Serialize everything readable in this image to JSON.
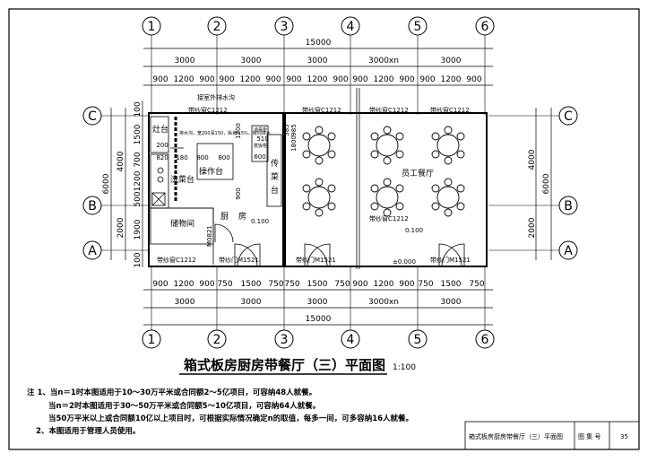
{
  "drawing": {
    "title": "箱式板房厨房带餐厅（三）平面图",
    "scale": "1:100",
    "axes": {
      "numbers": [
        "1",
        "2",
        "3",
        "4",
        "5",
        "6"
      ],
      "letters": [
        "C",
        "B",
        "A"
      ]
    },
    "dims": {
      "top_total": "15000",
      "bottom_total": "15000",
      "bays": [
        "3000",
        "3000",
        "3000",
        "3000xn",
        "3000"
      ],
      "bays_bottom": [
        "3000",
        "3000",
        "3000",
        "3000xn",
        "3000"
      ],
      "sub_top": [
        "900",
        "1200",
        "900",
        "900",
        "1200",
        "900",
        "900",
        "1200",
        "900",
        "900",
        "1200",
        "900",
        "900",
        "1200",
        "900"
      ],
      "sub_bottom": [
        "900",
        "1200",
        "900",
        "750",
        "1500",
        "750",
        "750",
        "1500",
        "750",
        "900",
        "1200",
        "900",
        "750",
        "1500",
        "750"
      ],
      "left_outer": [
        "6000"
      ],
      "left_mid": [
        "4000",
        "2000"
      ],
      "left_inner": [
        "100",
        "1500",
        "700",
        "1200",
        "500",
        "1900",
        "100"
      ],
      "right_outer": "6000",
      "right_mid": [
        "4000",
        "2000"
      ]
    },
    "labels": {
      "drain": "接室外排水沟",
      "window": "带纱窗C1212",
      "stove": "灶台",
      "veg_table": "洗菜台",
      "work_table": "操作台",
      "pass_table_1": "传",
      "pass_table_2": "菜",
      "pass_table_3": "台",
      "disinfect": "消毒柜",
      "sterile": "蒸饭柜",
      "storage": "储物间",
      "kitchen_1": "厨",
      "kitchen_2": "房",
      "staff_dining": "员工餐厅",
      "door_main": "带纱门M1521",
      "door_storage": "M0821",
      "level_1": "0.100",
      "level_2": "0.100",
      "level_3": "±0.000",
      "note_small": "排水沟，宽200深150，纵坡0.5%，坡向排水",
      "k_200": "200",
      "k_820": "820",
      "k_180": "180",
      "k_800a": "800",
      "k_800b": "800",
      "k_1200": "1200",
      "k_900": "900",
      "k_510": "510",
      "k_600": "600",
      "k_1800": "1800",
      "k_985": "985",
      "k_585": "585"
    },
    "notes": [
      "注 1、当n＝1时本图适用于10～30万平米或合同额2～5亿项目，可容纳48人就餐。",
      "当n＝2时本图适用于30～50万平米或合同额5～10亿项目，可容纳64人就餐。",
      "当50万平米以上或合同额10亿以上项目时，可根据实际情况确定n的取值，每多一间，可多容纳16人就餐。",
      "2、本图适用于管理人员使用。"
    ],
    "title_block": {
      "name": "箱式板房厨房带餐厅（三）平面图",
      "label": "图 集 号",
      "number": "35"
    }
  }
}
